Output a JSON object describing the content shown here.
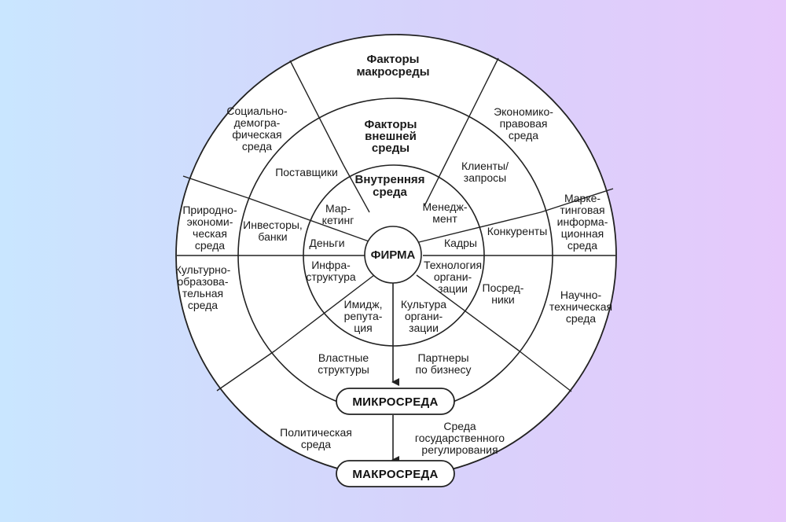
{
  "center": "ФИРМА",
  "rings": {
    "internal_title": [
      "Внутренняя",
      "среда"
    ],
    "external_title": [
      "Факторы",
      "внешней",
      "среды"
    ],
    "macro_title": [
      "Факторы",
      "макросреды"
    ]
  },
  "badges": {
    "micro": "МИКРОСРЕДА",
    "macro": "МАКРОСРЕДА"
  },
  "internal": {
    "marketing": [
      "Мар-",
      "кетинг"
    ],
    "management": [
      "Менедж-",
      "мент"
    ],
    "money": [
      "Деньги"
    ],
    "personnel": [
      "Кадры"
    ],
    "infrastructure": [
      "Инфра-",
      "структура"
    ],
    "technology": [
      "Технология",
      "органи-",
      "зации"
    ],
    "image": [
      "Имидж,",
      "репута-",
      "ция"
    ],
    "culture": [
      "Культура",
      "органи-",
      "зации"
    ]
  },
  "micro": {
    "suppliers": [
      "Поставщики"
    ],
    "clients": [
      "Клиенты/",
      "запросы"
    ],
    "investors": [
      "Инвесторы,",
      "банки"
    ],
    "competitors": [
      "Конкуренты"
    ],
    "intermediaries": [
      "Посред-",
      "ники"
    ],
    "power": [
      "Властные",
      "структуры"
    ],
    "partners": [
      "Партнеры",
      "по бизнесу"
    ]
  },
  "macro": {
    "social_demo": [
      "Социально-",
      "демогра-",
      "фическая",
      "среда"
    ],
    "econ_legal": [
      "Экономико-",
      "правовая",
      "среда"
    ],
    "natural_econ": [
      "Природно-",
      "экономи-",
      "ческая",
      "среда"
    ],
    "marketing_info": [
      "Марке-",
      "тинговая",
      "информа-",
      "ционная",
      "среда"
    ],
    "cultural_edu": [
      "Культурно-",
      "образова-",
      "тельная",
      "среда"
    ],
    "sci_tech": [
      "Научно-",
      "техническая",
      "среда"
    ],
    "political": [
      "Политическая",
      "среда"
    ],
    "state_reg": [
      "Среда",
      "государственного",
      "регулирования"
    ]
  }
}
